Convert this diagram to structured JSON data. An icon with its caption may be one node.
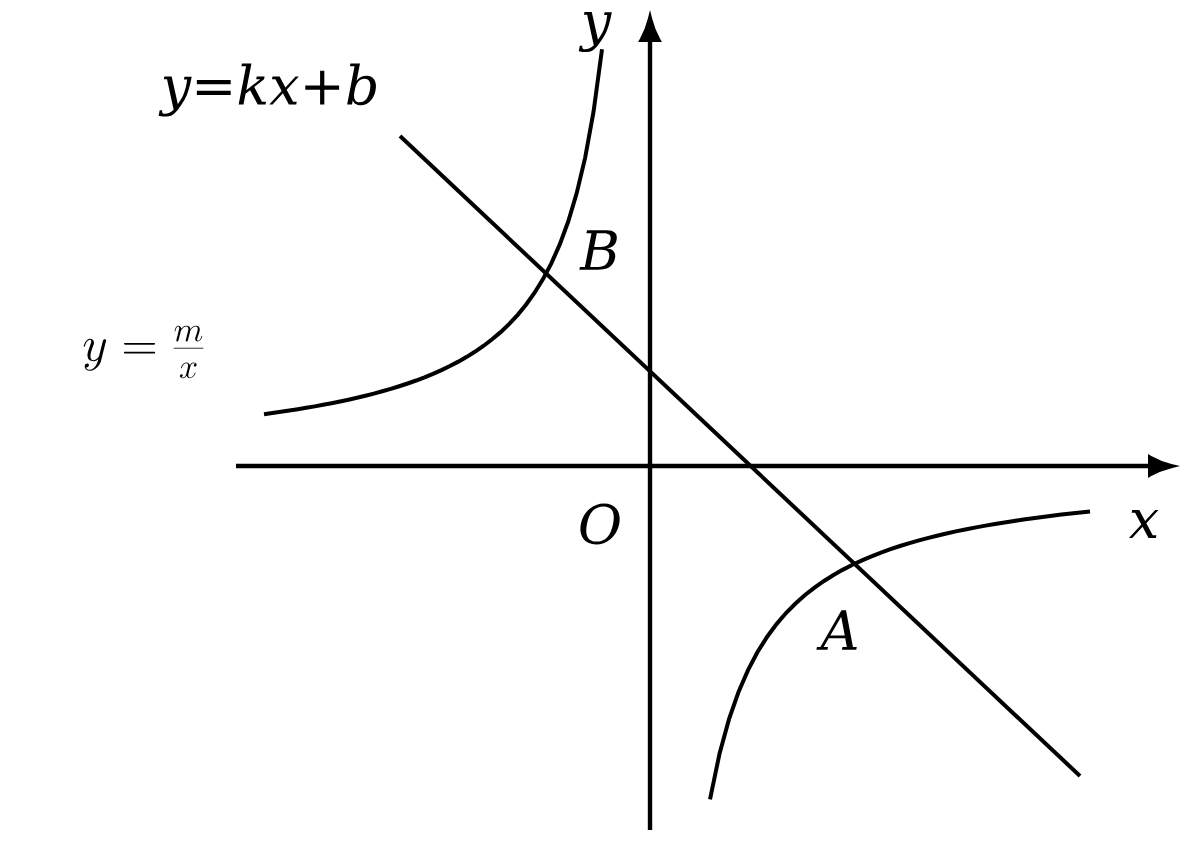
{
  "diagram": {
    "labels": [
      "y=kx+b",
      "y",
      "B",
      "y=\\frac{m}{x}",
      "O",
      "x",
      "A"
    ]
  }
}
